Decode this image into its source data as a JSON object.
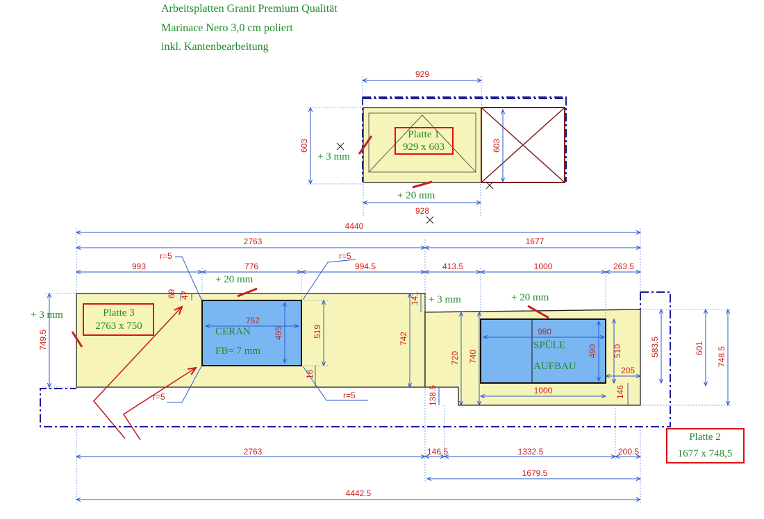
{
  "header": {
    "line1": "Arbeitsplatten Granit Premium Qualität",
    "line2": "Marinace Nero 3,0 cm poliert",
    "line3": "inkl. Kantenbearbeitung"
  },
  "platte1": {
    "title": "Platte 1",
    "size": "929 x 603",
    "dims": {
      "top": "929",
      "left": "603",
      "right": "603",
      "bottom": "928"
    },
    "notes": {
      "left": "+ 3 mm",
      "bottom": "+ 20 mm"
    }
  },
  "platte2": {
    "title": "Platte 2",
    "size": "1677 x 748,5",
    "notes": {
      "top_left": "+ 3 mm",
      "top": "+ 20 mm"
    },
    "sink": {
      "label1": "SPÜLE",
      "label2": "AUFBAU"
    },
    "dims": {
      "top_total": "1677",
      "seg1": "413.5",
      "seg2": "1000",
      "seg3": "263.5",
      "d141": "141",
      "d720": "720",
      "d740": "740",
      "d980": "980",
      "d490": "490",
      "d510": "510",
      "d205": "205",
      "d146": "146",
      "d1000b": "1000",
      "d583": "583.5",
      "d601": "601",
      "d748": "748.5",
      "d138": "138.5",
      "bot1": "146.5",
      "bot2": "1332.5",
      "bot3": "200.5",
      "bottom_total": "1679.5"
    }
  },
  "platte3": {
    "title": "Platte 3",
    "size": "2763 x 750",
    "notes": {
      "left": "+ 3 mm",
      "top": "+ 20 mm"
    },
    "ceran": {
      "label1": "CERAN",
      "label2": "FB= 7 mm"
    },
    "dims": {
      "top_total": "2763",
      "seg1": "993",
      "seg2": "776",
      "seg3": "994.5",
      "r1": "r=5",
      "r2": "r=5",
      "r3": "r=5",
      "r4": "r=5",
      "d69": "69",
      "d47": "47",
      "d752": "752",
      "d495": "495",
      "d519": "519",
      "d16": "16",
      "d742": "742",
      "d749": "749.5",
      "bottom": "2763"
    }
  },
  "overall": {
    "top": "4440",
    "bottom": "4442.5"
  }
}
